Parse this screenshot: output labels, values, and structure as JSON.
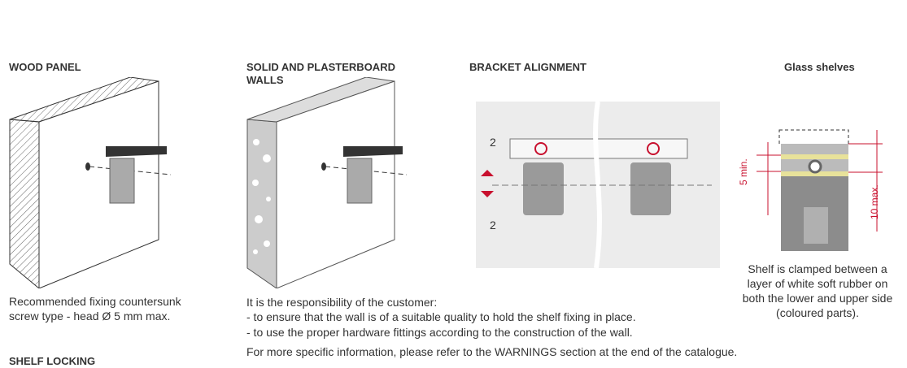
{
  "sections": {
    "wood": {
      "title": "WOOD PANEL",
      "caption1": "Recommended fixing countersunk",
      "caption2": "screw type - head Ø 5 mm max."
    },
    "solid": {
      "title1": "SOLID AND PLASTERBOARD",
      "title2": "WALLS",
      "line1": "It is the responsibility of the customer:",
      "line2": "- to ensure that the wall is of a suitable quality to hold the shelf fixing in place.",
      "line3": "- to use the proper hardware fittings according to the construction of the wall.",
      "line4": "For more specific information, please refer to the WARNINGS section at the end of the catalogue."
    },
    "bracket": {
      "title": "BRACKET ALIGNMENT",
      "top_value": "2",
      "bottom_value": "2"
    },
    "glass": {
      "title": "Glass shelves",
      "min_label": "5 min.",
      "max_label": "10 max.",
      "c1": "Shelf is clamped between a",
      "c2": "layer of white soft rubber on",
      "c3": "both the lower and upper side",
      "c4": "(coloured parts)."
    },
    "next": {
      "title": "SHELF LOCKING"
    }
  },
  "colors": {
    "accent": "#c8102e",
    "rubber": "#e8e29a"
  }
}
